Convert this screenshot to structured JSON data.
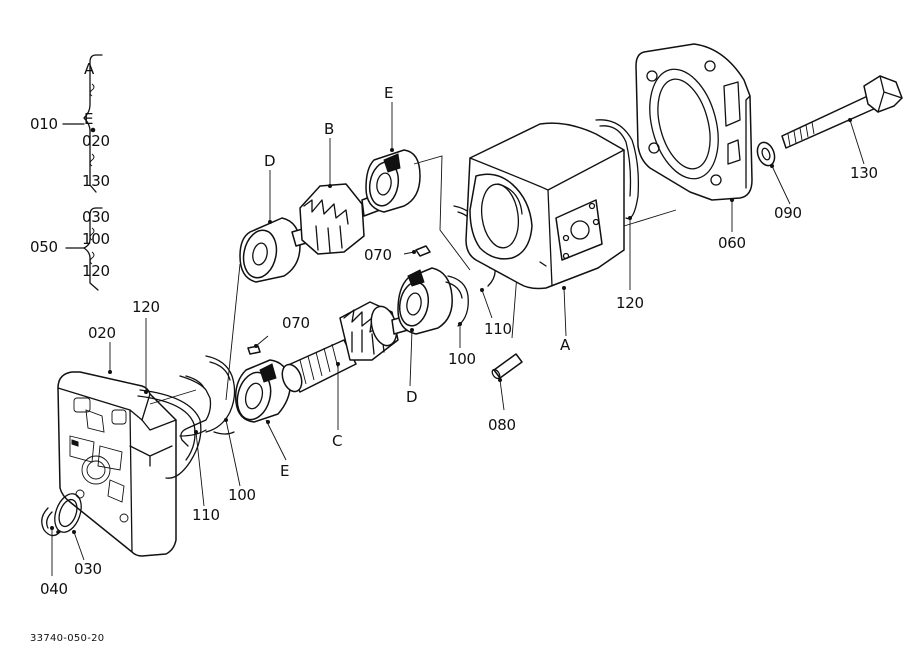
{
  "figure_code": "33740-050-20",
  "assembly": {
    "assy_no": "010",
    "sub_no": "050",
    "range_top": [
      "A",
      "E"
    ],
    "range_mid": [
      "020",
      "130"
    ],
    "range_sub": [
      "030",
      "100",
      "120"
    ]
  },
  "callouts": {
    "p020": "020",
    "p120_left": "120",
    "p110_left": "110",
    "p100_left": "100",
    "p040": "040",
    "p030": "030",
    "E_bottom": "E",
    "p070_mid": "070",
    "C": "C",
    "D_top": "D",
    "B": "B",
    "E_top": "E",
    "p070_right": "070",
    "D_mid": "D",
    "p100_right": "100",
    "p110_right": "110",
    "p080": "080",
    "A": "A",
    "p120_right": "120",
    "p060": "060",
    "p090": "090",
    "p130": "130"
  }
}
